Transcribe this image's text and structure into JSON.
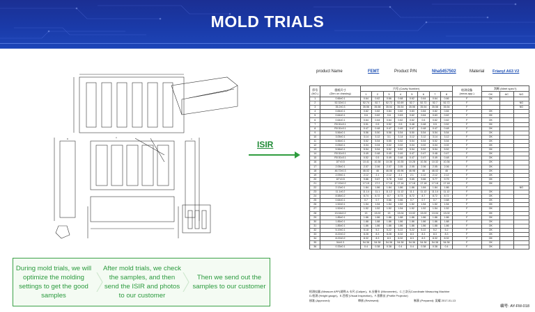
{
  "banner": {
    "title": "MOLD TRIALS"
  },
  "isir": {
    "label": "ISIR"
  },
  "sheet": {
    "product_name_label": "product Name",
    "product_name": "FEMT",
    "product_pn_label": "Product P/N",
    "product_pn": "Nha5457502",
    "material_label": "Material",
    "material": "Frianyl A63 V2",
    "col_no": "序号",
    "col_no_en": "(NO.)",
    "col_dim": "图纸尺寸",
    "col_dim_en": "(Dim on drawing)",
    "col_cavity": "穴号 (Cavity Number)",
    "cavities": [
      "1",
      "2",
      "3",
      "4",
      "5",
      "6",
      "7",
      "8"
    ],
    "col_tool": "检测设备",
    "col_tool_en": "(meas.app.)",
    "col_judge": "判断 (Meet spec?)",
    "col_ok": "OK",
    "col_ac": "AC",
    "col_ng": "NG",
    "rows": [
      {
        "n": "1",
        "d": "0.66±0.1",
        "v": [
          "0.64",
          "0.62",
          "0.66",
          "0.68",
          "0.62",
          "0.64",
          "0.64",
          "0.66"
        ],
        "t": "F",
        "j": "OK",
        "ng": ""
      },
      {
        "n": "2",
        "d": "52.32±0.1",
        "v": [
          "52.74",
          "52.7",
          "52.72",
          "52.69",
          "52.7",
          "52.72",
          "52.7",
          "52.72"
        ],
        "t": "F",
        "j": "",
        "ng": "NG"
      },
      {
        "n": "3",
        "d": "35.2±0.3",
        "v": [
          "35.56",
          "35.58",
          "35.54",
          "35.54",
          "35.56",
          "35.54",
          "35.58",
          "35.54"
        ],
        "t": "F",
        "j": "",
        "ng": "NG"
      },
      {
        "n": "4",
        "d": "0.84±0.1",
        "v": [
          "0.82",
          "0.82",
          "0.84",
          "0.82",
          "0.83",
          "0.84",
          "0.82",
          "0.84"
        ],
        "t": "F",
        "j": "OK",
        "ng": ""
      },
      {
        "n": "5",
        "d": "0.64±0.1",
        "v": [
          "0.6",
          "0.62",
          "0.6",
          "0.63",
          "0.62",
          "0.64",
          "0.63",
          "0.62"
        ],
        "t": "F",
        "j": "OK",
        "ng": ""
      },
      {
        "n": "6",
        "d": "0.64±0.1",
        "v": [
          "0.64",
          "0.64",
          "0.64",
          "0.62",
          "0.62",
          "0.6",
          "0.62",
          "0.62"
        ],
        "t": "F",
        "j": "OK",
        "ng": ""
      },
      {
        "n": "7",
        "d": "R0.51±0.1",
        "v": [
          "0.51",
          "0.5",
          "0.52",
          "0.5",
          "0.48",
          "0.48",
          "0.5",
          "0.52"
        ],
        "t": "F",
        "j": "OK",
        "ng": ""
      },
      {
        "n": "8",
        "d": "R0.51±0.1",
        "v": [
          "0.47",
          "0.48",
          "0.47",
          "0.49",
          "0.47",
          "0.48",
          "0.47",
          "0.48"
        ],
        "t": "F",
        "j": "OK",
        "ng": ""
      },
      {
        "n": "9",
        "d": "5.56±0.1",
        "v": [
          "5.56",
          "5.50",
          "5.58",
          "5.54",
          "5.50",
          "5.54",
          "5.54",
          "5.54"
        ],
        "t": "F",
        "j": "OK",
        "ng": ""
      },
      {
        "n": "10",
        "d": "3.05±0.1",
        "v": [
          "3.14",
          "3.12",
          "3.1",
          "3.14",
          "3.12",
          "3.12",
          "3.14",
          "3.12"
        ],
        "t": "F",
        "j": "OK",
        "ng": ""
      },
      {
        "n": "11",
        "d": "5.56±0.1",
        "v": [
          "5.52",
          "5.54",
          "5.55",
          "5.52",
          "5.54",
          "5.54",
          "5.52",
          "5.54"
        ],
        "t": "F",
        "j": "OK",
        "ng": ""
      },
      {
        "n": "12",
        "d": "0.05±0.1",
        "v": [
          "0.04",
          "0.04",
          "0.02",
          "0.02",
          "0.04",
          "0.02",
          "0.04",
          "0.02"
        ],
        "t": "F",
        "j": "OK",
        "ng": ""
      },
      {
        "n": "13",
        "d": "5.56±0.1",
        "v": [
          "5.54",
          "5.54",
          "5.52",
          "5.52",
          "5.54",
          "5.52",
          "5.54",
          "5.52"
        ],
        "t": "F",
        "j": "OK",
        "ng": ""
      },
      {
        "n": "14",
        "d": "R0.51±0.1",
        "v": [
          "0.49",
          "0.48",
          "0.49",
          "0.49",
          "0.47",
          "0.47",
          "0.48",
          "0.47"
        ],
        "t": "F",
        "j": "OK",
        "ng": ""
      },
      {
        "n": "15",
        "d": "R0.51±0.1",
        "v": [
          "0.52",
          "0.5",
          "0.49",
          "0.48",
          "0.47",
          "0.47",
          "0.49",
          "0.48"
        ],
        "t": "F",
        "j": "OK",
        "ng": ""
      },
      {
        "n": "16",
        "d": "10°±0.5",
        "v": [
          "10.41",
          "10.38",
          "10.36",
          "10.35",
          "10.28",
          "10.36",
          "10.32",
          "10.36"
        ],
        "t": "F",
        "j": "OK",
        "ng": ""
      },
      {
        "n": "17",
        "d": "2.05±0.1",
        "v": [
          "2.07",
          "2.06",
          "2.07",
          "2.05",
          "2.05",
          "2.06",
          "2.05",
          "2.06"
        ],
        "t": "F",
        "j": "OK",
        "ng": ""
      },
      {
        "n": "18",
        "d": "46.72±0.3",
        "v": [
          "46.02",
          "46",
          "46.08",
          "45.96",
          "46.98",
          "46",
          "46.02",
          "46"
        ],
        "t": "F",
        "j": "OK",
        "ng": ""
      },
      {
        "n": "19",
        "d": "2.09±0.1",
        "v": [
          "2.12",
          "2.1",
          "2.12",
          "2.1",
          "2.1",
          "2.12",
          "2.12",
          "2.12"
        ],
        "t": "F",
        "j": "OK",
        "ng": ""
      },
      {
        "n": "20",
        "d": "10°±0.5",
        "v": [
          "9.86",
          "9.67",
          "9.78",
          "9.62",
          "9.65",
          "9.66",
          "9.77",
          "9.79"
        ],
        "t": "F",
        "j": "OK",
        "ng": ""
      },
      {
        "n": "21",
        "d": "17.22±0.2",
        "v": [
          "17.19",
          "17.2",
          "17.18",
          "17.16",
          "17.18",
          "17.18",
          "17.18",
          "17.18"
        ],
        "t": "F",
        "j": "OK",
        "ng": ""
      },
      {
        "n": "22",
        "d": "2.13±0.1",
        "v": [
          "1.84",
          "1.86",
          "1.84",
          "1.86",
          "1.86",
          "1.84",
          "1.84",
          "1.86"
        ],
        "t": "F",
        "j": "",
        "ng": "NG"
      },
      {
        "n": "23",
        "d": "11.1±0.2",
        "v": [
          "11.14",
          "11.1",
          "11.12",
          "11.12",
          "11.1",
          "11.12",
          "11.14",
          "11.12"
        ],
        "t": "F",
        "j": "OK",
        "ng": ""
      },
      {
        "n": "24",
        "d": "8.58±0.2",
        "v": [
          "8.74",
          "8.72",
          "8.7",
          "8.73",
          "8.72",
          "8.7",
          "8.72",
          "8.72"
        ],
        "t": "F",
        "j": "OK",
        "ng": ""
      },
      {
        "n": "25",
        "d": "0.64±0.1",
        "v": [
          "0.7",
          "0.7",
          "0.66",
          "0.66",
          "0.7",
          "0.7",
          "0.7",
          "0.68"
        ],
        "t": "F",
        "j": "OK",
        "ng": ""
      },
      {
        "n": "26",
        "d": "1.52±0.1",
        "v": [
          "1.54",
          "1.54",
          "1.54",
          "1.52",
          "1.52",
          "1.54",
          "1.52",
          "1.54"
        ],
        "t": "F",
        "j": "OK",
        "ng": ""
      },
      {
        "n": "27",
        "d": "1.52±0.1",
        "v": [
          "1.52",
          "1.52",
          "1.52",
          "1.54",
          "1.52",
          "1.52",
          "1.54",
          "1.52"
        ],
        "t": "F",
        "j": "OK",
        "ng": ""
      },
      {
        "n": "28",
        "d": "13.04±0.2",
        "v": [
          "13",
          "13.02",
          "13",
          "13.04",
          "13.02",
          "13.02",
          "13.04",
          "13.02"
        ],
        "t": "F",
        "j": "OK",
        "ng": ""
      },
      {
        "n": "29",
        "d": "1.85±0.1",
        "v": [
          "1.86",
          "1.86",
          "1.86",
          "1.88",
          "1.86",
          "1.86",
          "1.86",
          "1.86"
        ],
        "t": "F",
        "j": "OK",
        "ng": ""
      },
      {
        "n": "30",
        "d": "1.85±0.1",
        "v": [
          "1.88",
          "1.88",
          "1.86",
          "1.86",
          "1.86",
          "1.86",
          "1.86",
          "1.88"
        ],
        "t": "F",
        "j": "OK",
        "ng": ""
      },
      {
        "n": "31",
        "d": "1.85±0.1",
        "v": [
          "1.86",
          "1.86",
          "1.86",
          "1.86",
          "1.86",
          "1.86",
          "1.88",
          "1.86"
        ],
        "t": "F",
        "j": "OK",
        "ng": ""
      },
      {
        "n": "32",
        "d": "5.19±0.1",
        "v": [
          "5.18",
          "5.2",
          "5.22",
          "5.22",
          "5.22",
          "5.22",
          "5.2",
          "5.2"
        ],
        "t": "F",
        "j": "OK",
        "ng": ""
      },
      {
        "n": "33",
        "d": "8.22±0.2",
        "v": [
          "8.28",
          "8.3",
          "8.28",
          "8.32",
          "8.3",
          "8.3",
          "8.3",
          "8.3"
        ],
        "t": "F",
        "j": "OK",
        "ng": ""
      },
      {
        "n": "34",
        "d": "8.22±0.2",
        "v": [
          "8.32",
          "8.3",
          "8.3",
          "8.32",
          "8.3",
          "8.3",
          "8.32",
          "8.32"
        ],
        "t": "F",
        "j": "OK",
        "ng": ""
      },
      {
        "n": "35",
        "d": "54±0.3",
        "v": [
          "54.36",
          "54.38",
          "54.38",
          "54.38",
          "54.36",
          "54.36",
          "54.38",
          "54.36"
        ],
        "t": "F",
        "j": "OK",
        "ng": ""
      },
      {
        "n": "36",
        "d": "0.33±0.1",
        "v": [
          "0.4",
          "0.38",
          "0.38",
          "0.4",
          "0.4",
          "0.38",
          "0.38",
          "0.4"
        ],
        "t": "F",
        "j": "OK",
        "ng": ""
      }
    ],
    "legend": "检测仪器 (Measure APP)说明:A-卡尺 (Caliper)、B-分厘卡 (Micrometer)、C-三次元Coordinate Measuring Machine",
    "legend2": "D-检测 (Height gauge)、E-目视 (Visual Inspection)、F-投影仪 (Profile Projector)",
    "approved": "核准 (Approved):",
    "reviewed": "审核 (Reviewed):",
    "prepared": "制表 (Prepared): 吴耀 2017-01-13",
    "form_no": "编号: AY-FM-018"
  },
  "steps": [
    {
      "text": "During  mold trials, we will optimize the molding settings to get the good samples"
    },
    {
      "text": "After  mold trials, we check the samples, and then send the ISIR and photos to our customer"
    },
    {
      "text": "Then we send out the samples to our customer"
    }
  ],
  "colors": {
    "banner": "#1a3aa8",
    "accent_green": "#2a9a3d",
    "sheet_blue": "#1d4fb3"
  }
}
